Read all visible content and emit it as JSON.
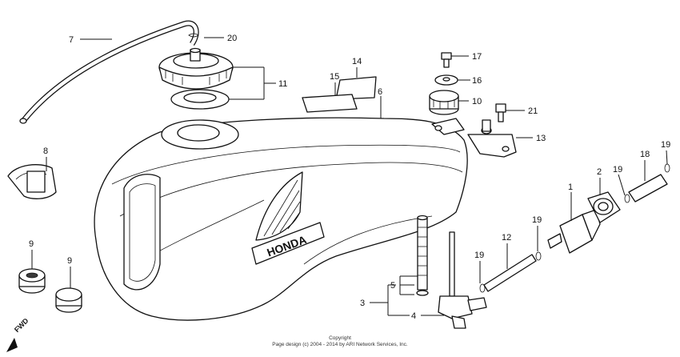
{
  "callouts": {
    "c1": "1",
    "c2": "2",
    "c3": "3",
    "c4": "4",
    "c5": "5",
    "c6": "6",
    "c7": "7",
    "c8": "8",
    "c9a": "9",
    "c9b": "9",
    "c10": "10",
    "c11": "11",
    "c12": "12",
    "c13": "13",
    "c14": "14",
    "c15": "15",
    "c16": "16",
    "c17": "17",
    "c18": "18",
    "c19a": "19",
    "c19b": "19",
    "c19c": "19",
    "c19d": "19",
    "c20": "20",
    "c21": "21"
  },
  "tank_emblem": "HONDA",
  "fwd_marker": "FWD",
  "footer": {
    "title": "Copyright",
    "line": "Page design (c) 2004 - 2014 by ARI Network Services, Inc."
  }
}
